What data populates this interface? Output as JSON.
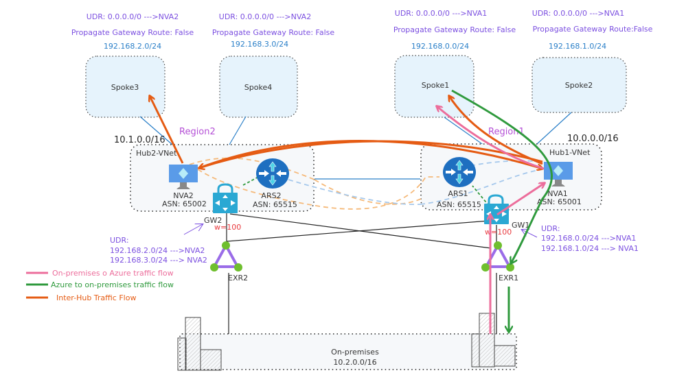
{
  "spokes": [
    {
      "name": "Spoke3",
      "udr": "UDR: 0.0.0.0/0 --->NVA2",
      "propagate": "Propagate Gateway Route: False",
      "cidr": "192.168.2.0/24"
    },
    {
      "name": "Spoke4",
      "udr": "UDR: 0.0.0.0/0 --->NVA2",
      "propagate": "Propagate Gateway Route: False",
      "cidr": "192.168.3.0/24"
    },
    {
      "name": "Spoke1",
      "udr": "UDR: 0.0.0.0/0 --->NVA1",
      "propagate": "Propagate Gateway Route: False",
      "cidr": "192.168.0.0/24"
    },
    {
      "name": "Spoke2",
      "udr": "UDR: 0.0.0.0/0 --->NVA1",
      "propagate": "Propagate Gateway Route:False",
      "cidr": "192.168.1.0/24"
    }
  ],
  "hubs": {
    "hub2": {
      "name": "Hub2-VNet",
      "cidr": "10.1.0.0/16",
      "region": "Region2",
      "nva": {
        "name": "NVA2",
        "asn": "ASN: 65002"
      },
      "ars": {
        "name": "ARS2",
        "asn": "ASN: 65515"
      },
      "gw": {
        "name": "GW2",
        "weight": "w=100"
      },
      "udr": {
        "title": "UDR:",
        "routes": [
          "192.168.2.0/24 --->NVA2",
          "192.168.3.0/24 ---> NVA2"
        ]
      }
    },
    "hub1": {
      "name": "Hub1-VNet",
      "cidr": "10.0.0.0/16",
      "region": "Region1",
      "nva": {
        "name": "NVA1",
        "asn": "ASN: 65001"
      },
      "ars": {
        "name": "ARS1",
        "asn": "ASN: 65515"
      },
      "gw": {
        "name": "GW1",
        "weight": "w=100"
      },
      "udr": {
        "title": "UDR:",
        "routes": [
          "192.168.0.0/24 --->NVA1",
          "192.168.1.0/24 ---> NVA1"
        ]
      }
    }
  },
  "expressroute": {
    "exr2": "EXR2",
    "exr1": "EXR1"
  },
  "onprem": {
    "name": "On-premises",
    "cidr": "10.2.0.0/16"
  },
  "legend": [
    {
      "label": "On-premises o Azure traffic flow",
      "color": "#ec6d9b"
    },
    {
      "label": "Azure to on-premises traffic flow",
      "color": "#2f9a3d"
    },
    {
      "label": "Inter-Hub Traffic Flow",
      "color": "#e55b13"
    }
  ],
  "colors": {
    "pink": "#ec6d9b",
    "green": "#2f9a3d",
    "orange": "#e55b13",
    "udr": "#7b4fe0",
    "cidr": "#2a7fc8",
    "spokeFill": "#e6f3fc",
    "hubFill": "#f6f8fa"
  }
}
